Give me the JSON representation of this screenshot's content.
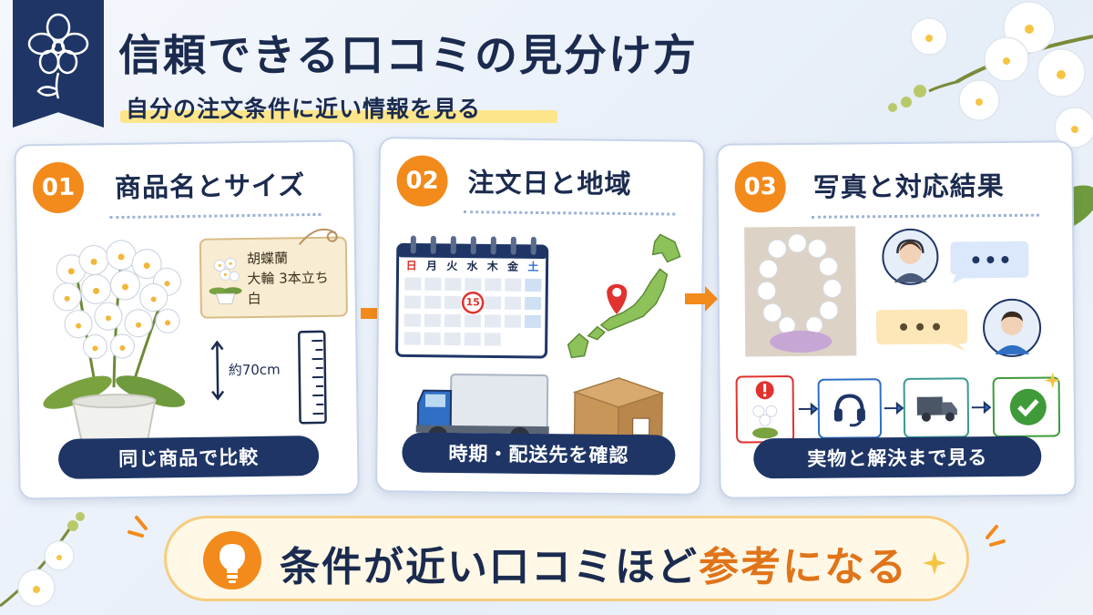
{
  "header": {
    "title": "信頼できる口コミの見分け方",
    "subtitle": "自分の注文条件に近い情報を見る"
  },
  "steps": [
    {
      "number": "01",
      "title": "商品名とサイズ",
      "tag_lines": [
        "胡蝶蘭",
        "大輪 3本立ち",
        "白"
      ],
      "height_label": "約70cm",
      "footer": "同じ商品で比較"
    },
    {
      "number": "02",
      "title": "注文日と地域",
      "calendar_days": [
        "日",
        "月",
        "火",
        "水",
        "木",
        "金",
        "土"
      ],
      "calendar_marked_day": "15",
      "footer": "時期・配送先を確認"
    },
    {
      "number": "03",
      "title": "写真と対応結果",
      "footer": "実物と解決まで見る"
    }
  ],
  "conclusion": {
    "text_main": "条件が近い口コミほど",
    "text_accent": "参考になる"
  },
  "colors": {
    "navy": "#1e3566",
    "orange": "#f28a1c",
    "accent_text": "#e0741a",
    "highlight": "#fde68a"
  }
}
